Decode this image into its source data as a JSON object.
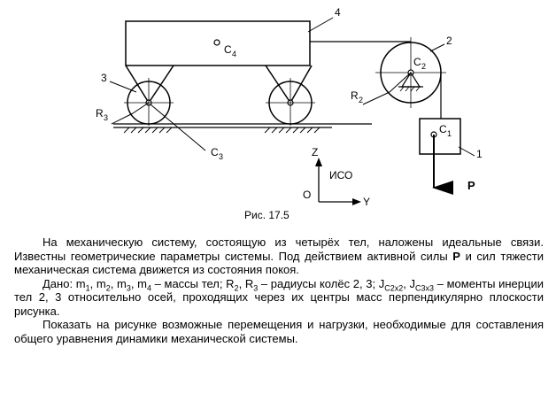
{
  "figure": {
    "caption": "Рис. 17.5",
    "body_labels": {
      "n1": "1",
      "n2": "2",
      "n3": "3",
      "n4": "4"
    },
    "centers": {
      "c": "C",
      "s1": "1",
      "s2": "2",
      "s3": "3",
      "s4": "4"
    },
    "radii": {
      "r": "R",
      "s2": "2",
      "s3": "3"
    },
    "axes": {
      "z": "Z",
      "y": "Y",
      "origin": "O",
      "frame": "ИСО"
    },
    "force": "P"
  },
  "text": {
    "p1": "На механическую систему, состоящую из четырёх тел, наложены идеальные связи. Известны геометрические параметры системы. Под действием активной силы ",
    "p1_force": "P",
    "p1_end": " и сил тяжести механическая система движется из состояния покоя.",
    "p2": {
      "given": "Дано: m",
      "s1": "1",
      "sep": ", m",
      "s2": "2",
      "s3": "3",
      "s4": "4",
      "dash_masses": " – массы тел; R",
      "comma_r": ", R",
      "radii_desc": " – радиусы колёс 2, 3; ",
      "j": "J",
      "jc2": "C2x2",
      "jc3": "C3x3",
      "comma": ", ",
      "tail": " – моменты инерции тел 2, 3 относительно осей, проходящих через их центры масс перпендикулярно плоскости рисунка."
    },
    "p3": "Показать на рисунке возможные перемещения и нагрузки, необходимые для составления общего уравнения динамики механической системы."
  }
}
